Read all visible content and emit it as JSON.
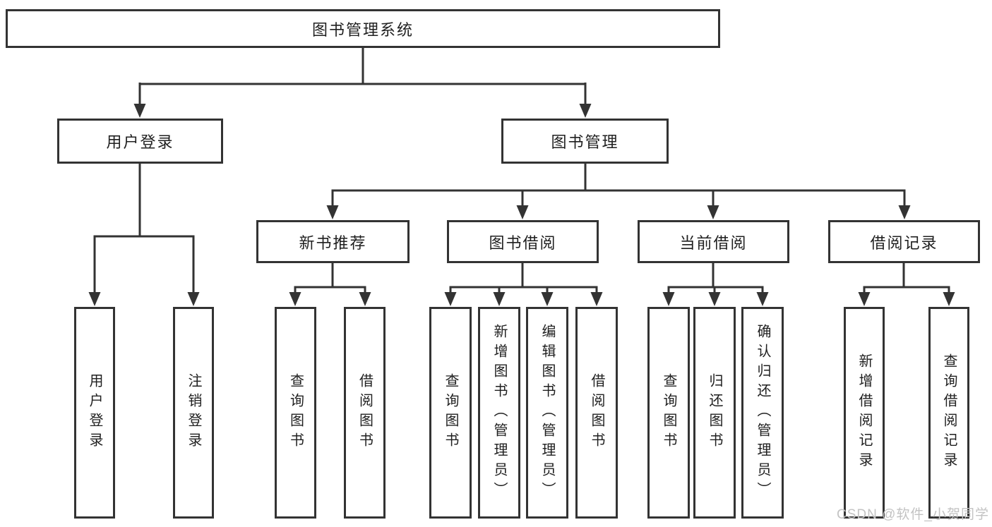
{
  "diagram": {
    "root": {
      "label": "图书管理系统"
    },
    "branches": [
      {
        "label": "用户登录",
        "children": [
          {
            "label": "用户登录"
          },
          {
            "label": "注销登录"
          }
        ]
      },
      {
        "label": "图书管理",
        "children": [
          {
            "label": "新书推荐",
            "children": [
              {
                "label": "查询图书"
              },
              {
                "label": "借阅图书"
              }
            ]
          },
          {
            "label": "图书借阅",
            "children": [
              {
                "label": "查询图书"
              },
              {
                "label": "新增图书（管理员）"
              },
              {
                "label": "编辑图书（管理员）"
              },
              {
                "label": "借阅图书"
              }
            ]
          },
          {
            "label": "当前借阅",
            "children": [
              {
                "label": "查询图书"
              },
              {
                "label": "归还图书"
              },
              {
                "label": "确认归还（管理员）"
              }
            ]
          },
          {
            "label": "借阅记录",
            "children": [
              {
                "label": "新增借阅记录"
              },
              {
                "label": "查询借阅记录"
              }
            ]
          }
        ]
      }
    ]
  },
  "watermark": {
    "text": "CSDN @软件_小贺同学"
  },
  "colors": {
    "line": "#333333",
    "box_border": "#333333",
    "text": "#1f1f1f",
    "watermark": "#c3c3c3",
    "background": "#ffffff"
  }
}
